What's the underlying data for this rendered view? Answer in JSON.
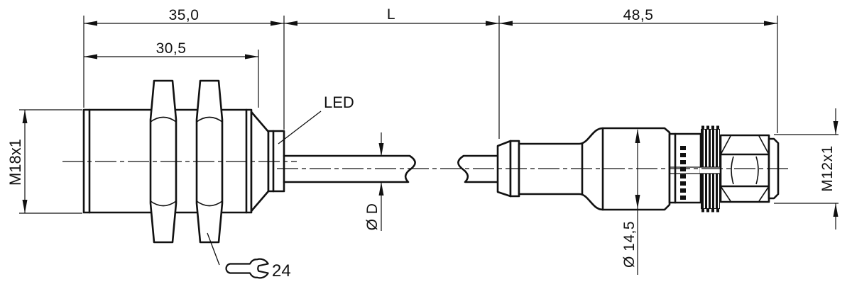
{
  "dims": {
    "overall_length": "35,0",
    "thread_length": "30,5",
    "cable_length": "L",
    "connector_length": "48,5",
    "body_thread": "M18x1",
    "cable_diameter": "Ø D",
    "connector_diameter": "Ø 14,5",
    "connector_thread": "M12x1",
    "wrench_size": "24"
  },
  "labels": {
    "led": "LED"
  },
  "colors": {
    "line": "#111111",
    "background": "#ffffff"
  }
}
